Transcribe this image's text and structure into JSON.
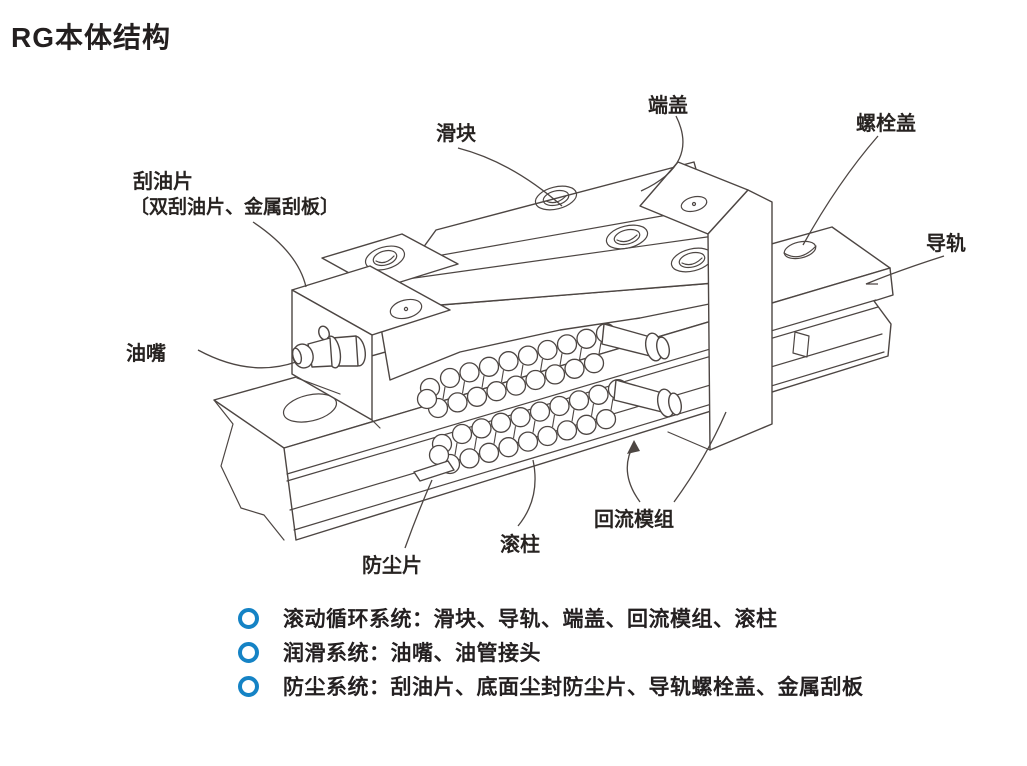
{
  "page": {
    "title": "RG本体结构",
    "background": "#ffffff",
    "line_color": "#4d4643"
  },
  "diagram": {
    "labels": {
      "slider": "滑块",
      "end_cap": "端盖",
      "bolt_cover": "螺栓盖",
      "rail": "导轨",
      "scraper_line1": "刮油片",
      "scraper_line2": "〔双刮油片、金属刮板〕",
      "oil_nipple": "油嘴",
      "dust_sheet": "防尘片",
      "roller": "滚柱",
      "recirc_module": "回流模组"
    }
  },
  "legend": {
    "bullet_color": "#1583c5",
    "items": [
      "滚动循环系统：滑块、导轨、端盖、回流模组、滚柱",
      "润滑系统：油嘴、油管接头",
      "防尘系统：刮油片、底面尘封防尘片、导轨螺栓盖、金属刮板"
    ]
  }
}
